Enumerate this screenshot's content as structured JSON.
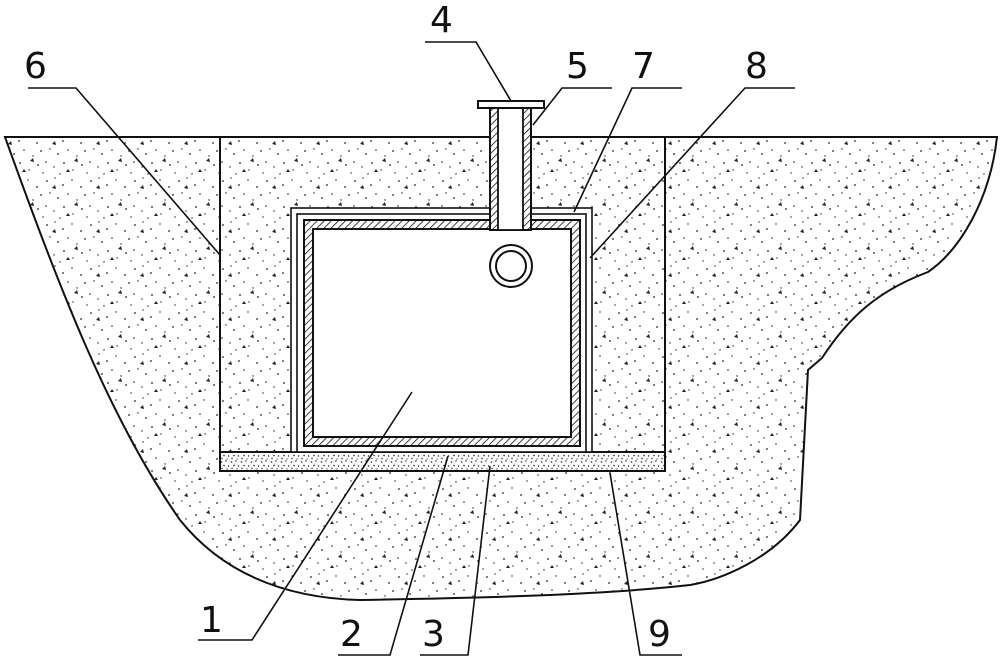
{
  "diagram": {
    "labels": {
      "l1": "1",
      "l2": "2",
      "l3": "3",
      "l4": "4",
      "l5": "5",
      "l6": "6",
      "l7": "7",
      "l8": "8",
      "l9": "9"
    },
    "colors": {
      "stroke": "#111111",
      "fill": "#ffffff",
      "speckle": "#222222"
    }
  }
}
